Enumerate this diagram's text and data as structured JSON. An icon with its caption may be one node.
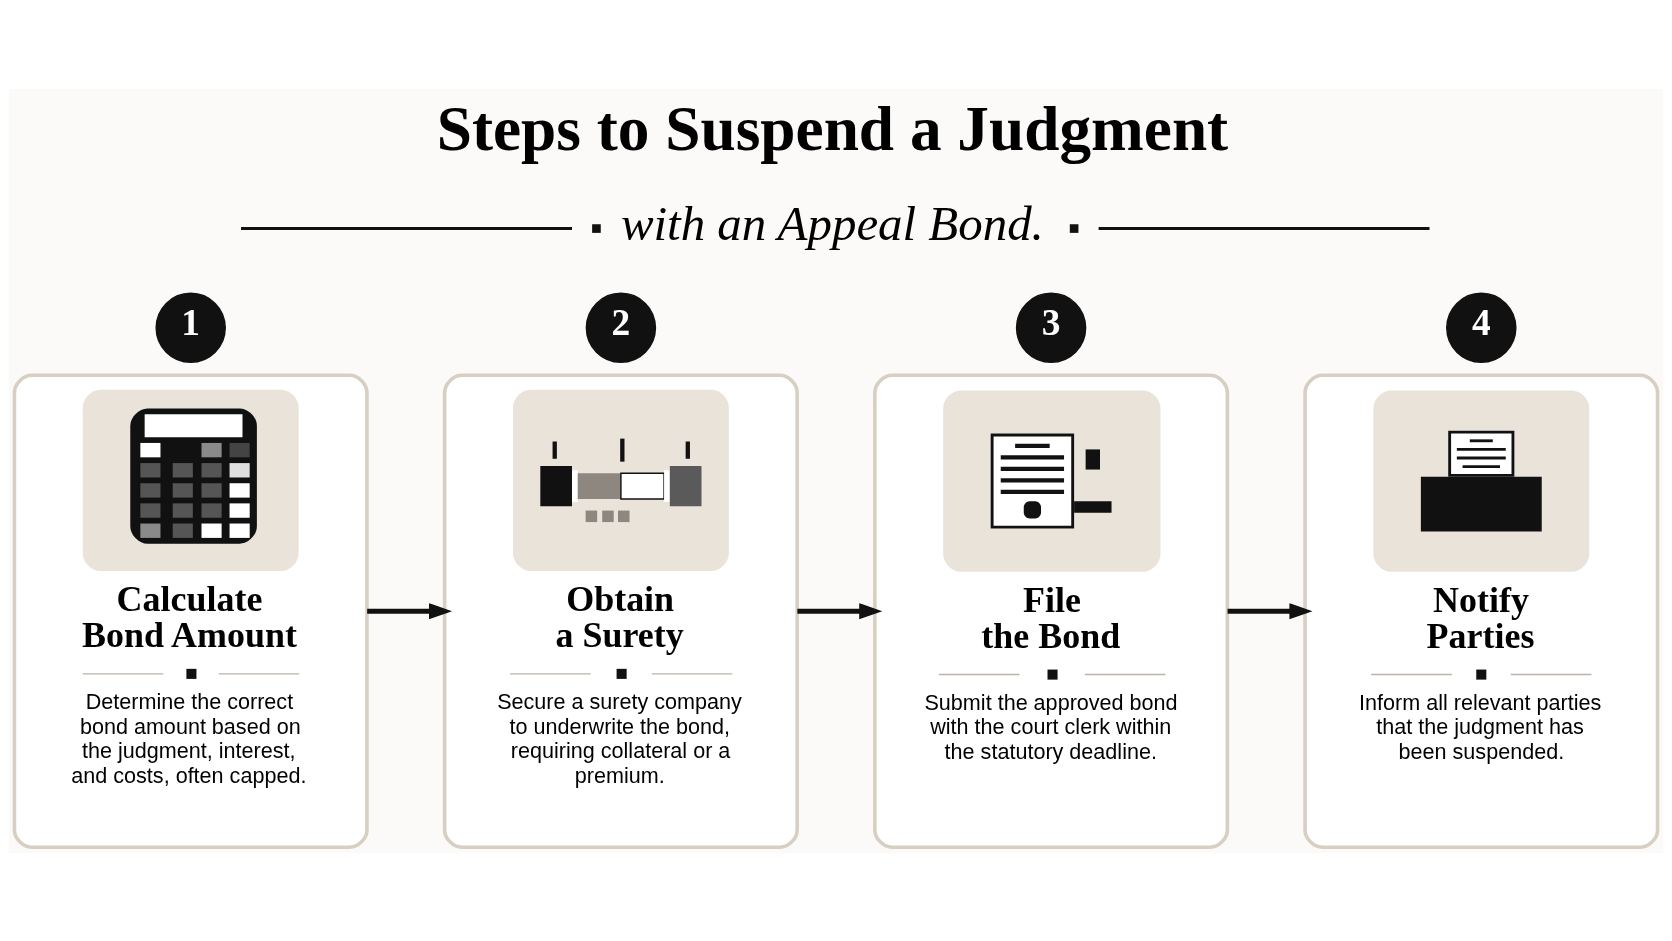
{
  "diagram": {
    "title": "Steps to Suspend a Judgment",
    "nodes": [
      {
        "text": [
          "1"
        ]
      },
      {
        "text": [
          "Calculate Bond Amount",
          "Determine the correct bond amount based on the judgment, interest, and costs, often capped."
        ]
      },
      {
        "text": [
          "2"
        ]
      },
      {
        "text": [
          "Obtain a Surety",
          "Secure a surety company to underwrite the bond, requiring collateral or a premium."
        ]
      },
      {
        "text": [
          "3"
        ]
      },
      {
        "text": [
          "File the Bond",
          "Submit the approved bond with the court clerk within the statutory deadline."
        ]
      },
      {
        "text": [
          "4"
        ]
      },
      {
        "text": [
          "Notify Parties",
          "Inform all relevant parties that the judgment has been suspended."
        ]
      }
    ],
    "edges": [
      {
        "from": 1,
        "to": 3,
        "arrow": "to"
      },
      {
        "from": 3,
        "to": 5,
        "arrow": "to"
      },
      {
        "from": 5,
        "to": 7,
        "arrow": "to"
      }
    ],
    "labels": [
      "with an Appeal Bond."
    ]
  }
}
